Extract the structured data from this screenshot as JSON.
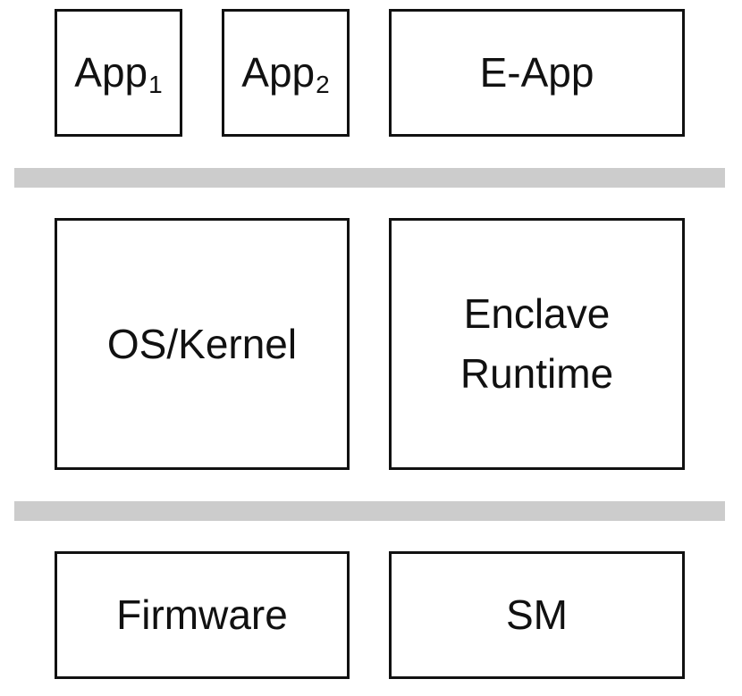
{
  "colors": {
    "separator": "#cccccc",
    "box_border": "#111111",
    "background": "#ffffff"
  },
  "top_row": {
    "app1": {
      "label": "App",
      "subscript": "1"
    },
    "app2": {
      "label": "App",
      "subscript": "2"
    },
    "eapp": {
      "label": "E-App"
    }
  },
  "middle_row": {
    "os_kernel": {
      "label": "OS/Kernel"
    },
    "enclave_runtime": {
      "line1": "Enclave",
      "line2": "Runtime"
    }
  },
  "bottom_row": {
    "firmware": {
      "label": "Firmware"
    },
    "sm": {
      "label": "SM"
    }
  }
}
